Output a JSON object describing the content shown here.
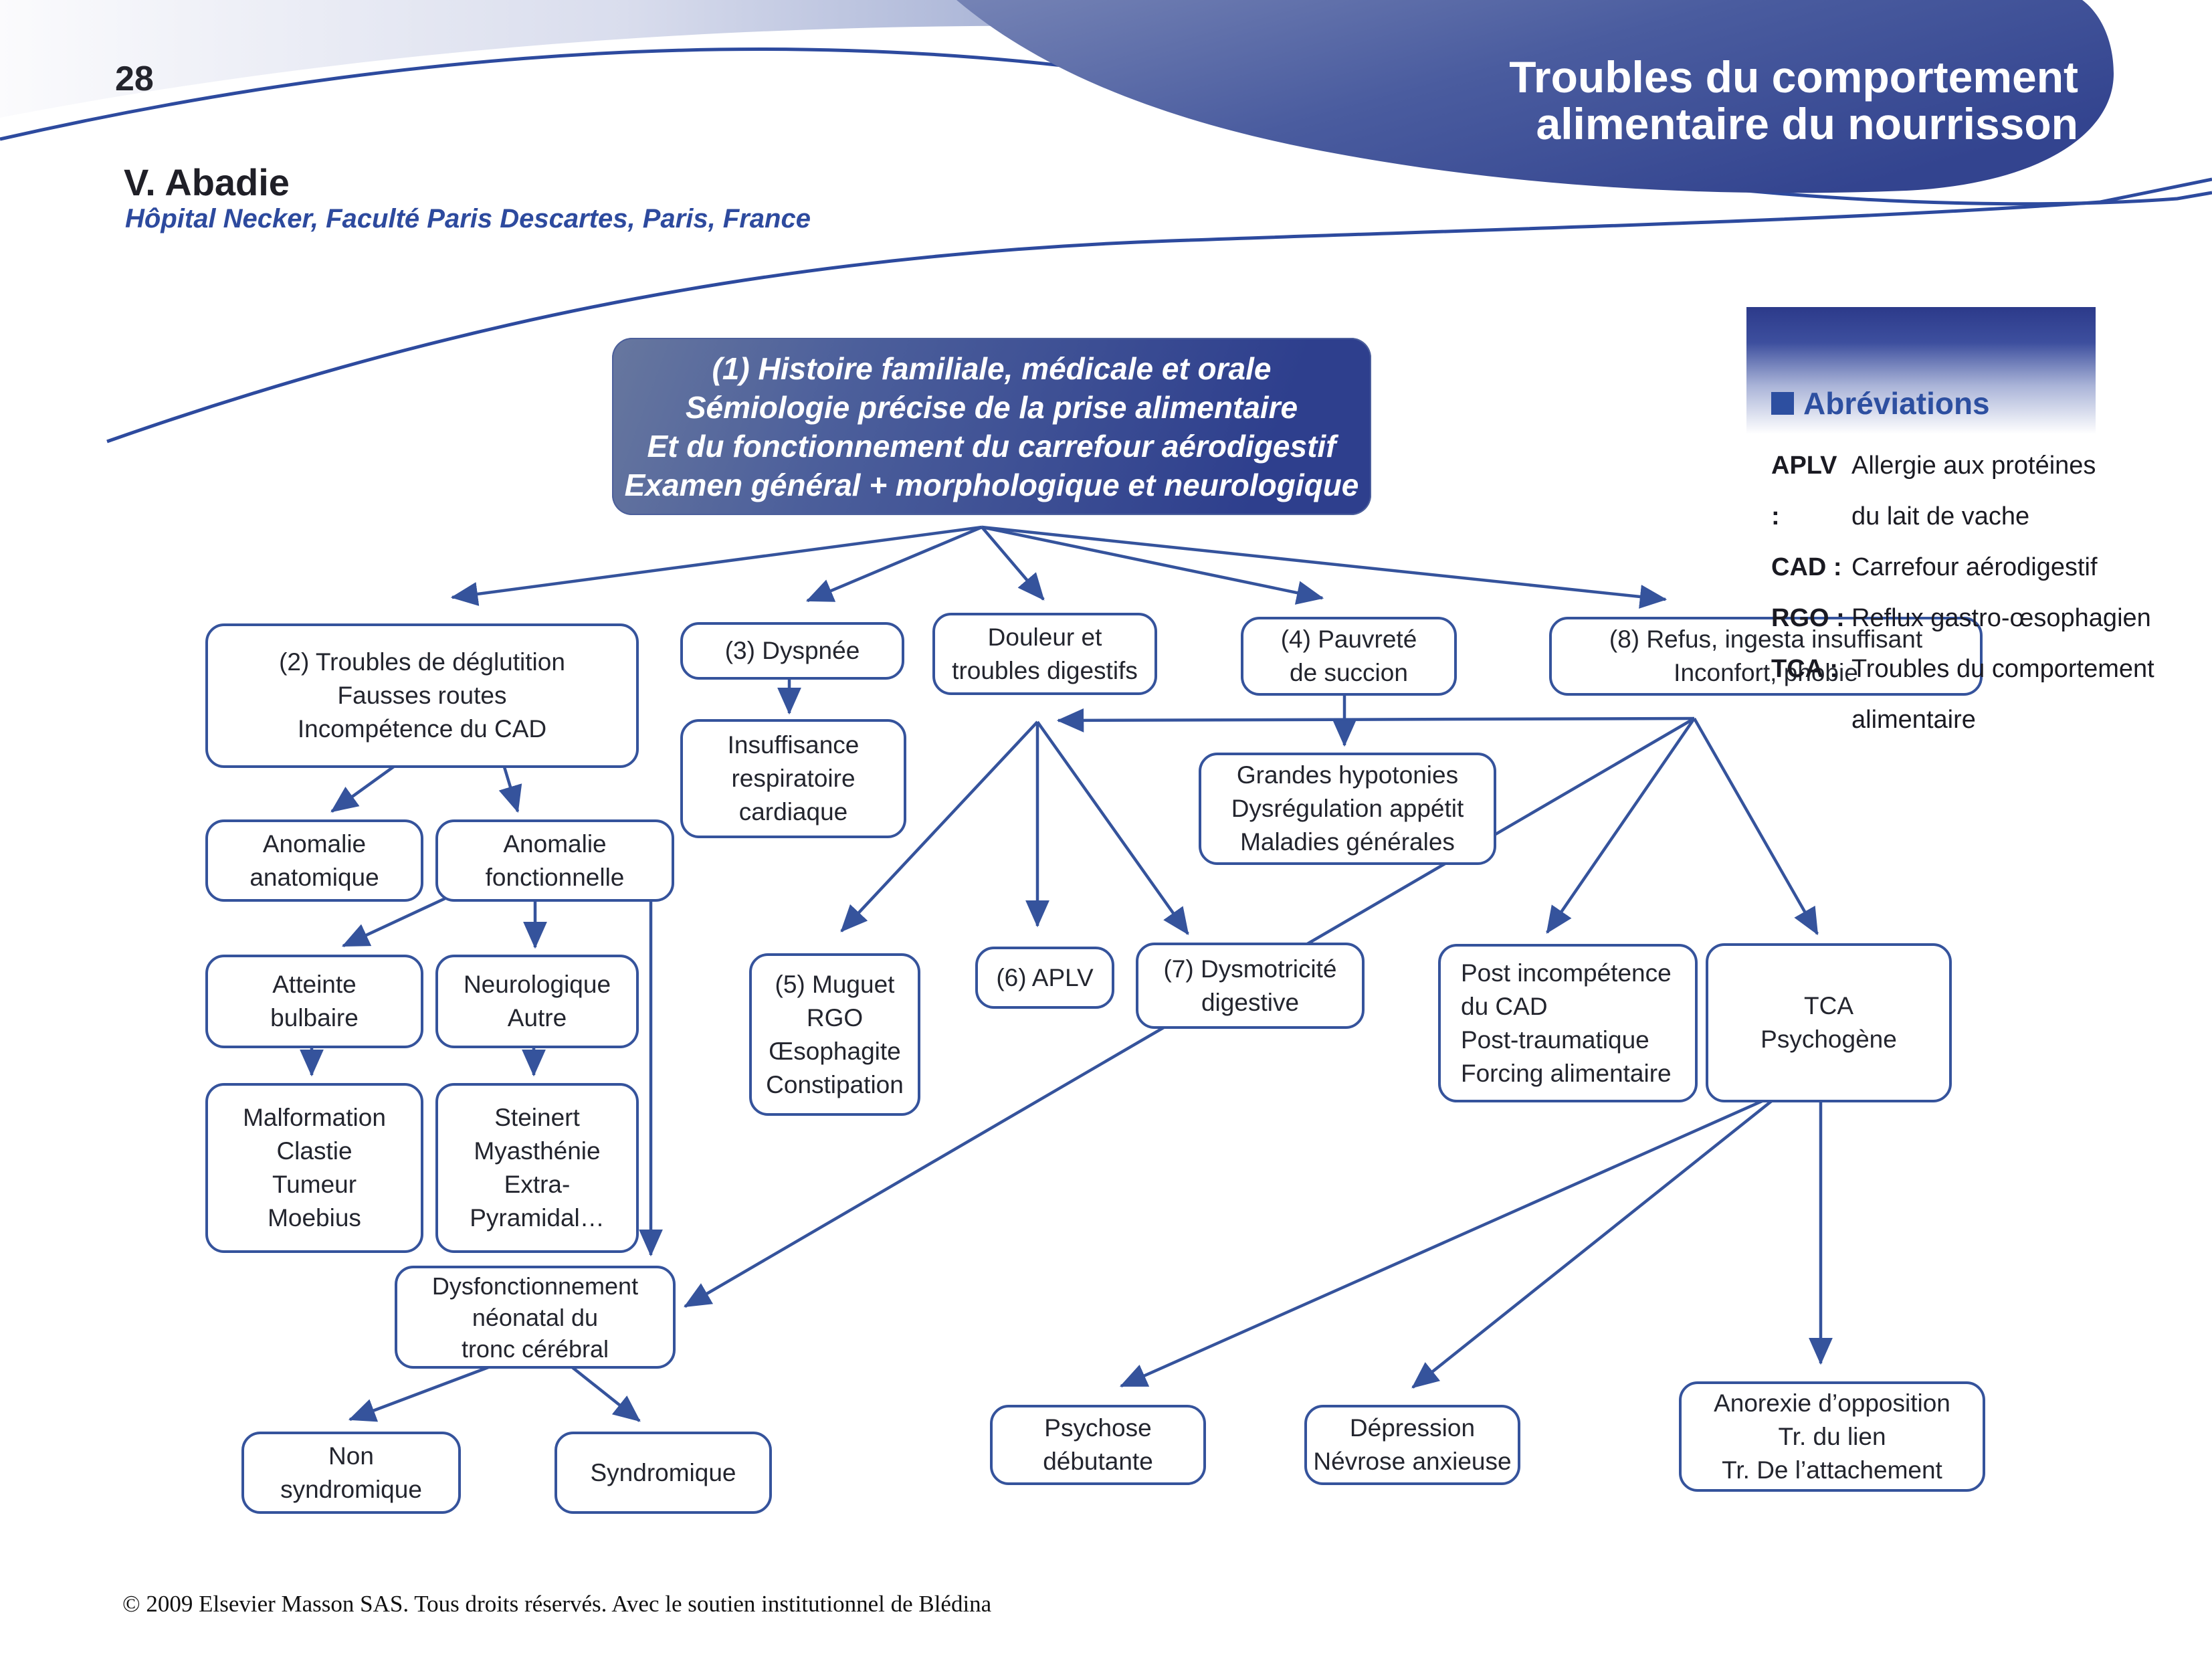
{
  "page_number": "28",
  "author": "V. Abadie",
  "affiliation": "Hôpital Necker, Faculté Paris Descartes, Paris, France",
  "title": "Troubles du comportement\nalimentaire du nourrisson",
  "footer": "© 2009 Elsevier Masson SAS. Tous droits réservés. Avec le soutien institutionnel de Blédina",
  "colors": {
    "accent_blue": "#35539c",
    "navy": "#2c3a8a",
    "text_dark": "#23252e",
    "blue_text": "#2d4fa0"
  },
  "abbreviations": {
    "heading": "Abréviations",
    "items": [
      {
        "term": "APLV :",
        "def": "Allergie aux protéines\ndu lait de vache"
      },
      {
        "term": "CAD :",
        "def": "Carrefour aérodigestif"
      },
      {
        "term": "RGO :",
        "def": "Reflux gastro-œsophagien"
      },
      {
        "term": "TCA :",
        "def": "Troubles du comportement\nalimentaire"
      }
    ]
  },
  "nodes": {
    "exam": "(1) Histoire familiale, médicale et orale\nSémiologie précise de la prise alimentaire\nEt du fonctionnement du carrefour aérodigestif\nExamen général + morphologique et neurologique",
    "deglutition": "(2) Troubles de déglutition\nFausses routes\nIncompétence du CAD",
    "dyspnee": "(3) Dyspnée",
    "douleur": "Douleur et\ntroubles digestifs",
    "pauvrete": "(4) Pauvreté\nde succion",
    "refus": "(8) Refus, ingesta insuffisant\nInconfort, phobie",
    "insuffisance": "Insuffisance\nrespiratoire\ncardiaque",
    "hypotonies": "Grandes hypotonies\nDysrégulation appétit\nMaladies générales",
    "anat": "Anomalie\nanatomique",
    "fonct": "Anomalie\nfonctionnelle",
    "atteinte": "Atteinte\nbulbaire",
    "neuro": "Neurologique\nAutre",
    "malformation": "Malformation\nClastie\nTumeur\nMoebius",
    "steinert": "Steinert\nMyasthénie\nExtra-\nPyramidal…",
    "muguet": "(5) Muguet\nRGO\nŒsophagite\nConstipation",
    "aplv": "(6) APLV",
    "dysmotricite": "(7) Dysmotricité\ndigestive",
    "post": "Post incompétence\ndu CAD\nPost-traumatique\nForcing alimentaire",
    "tca": "TCA\nPsychogène",
    "dysfonc": "Dysfonctionnement\nnéonatal du\ntronc cérébral",
    "nonsynd": "Non\nsyndromique",
    "synd": "Syndromique",
    "psychose": "Psychose\ndébutante",
    "depression": "Dépression\nNévrose anxieuse",
    "anorexie": "Anorexie d’opposition\nTr. du lien\nTr. De l’attachement"
  }
}
